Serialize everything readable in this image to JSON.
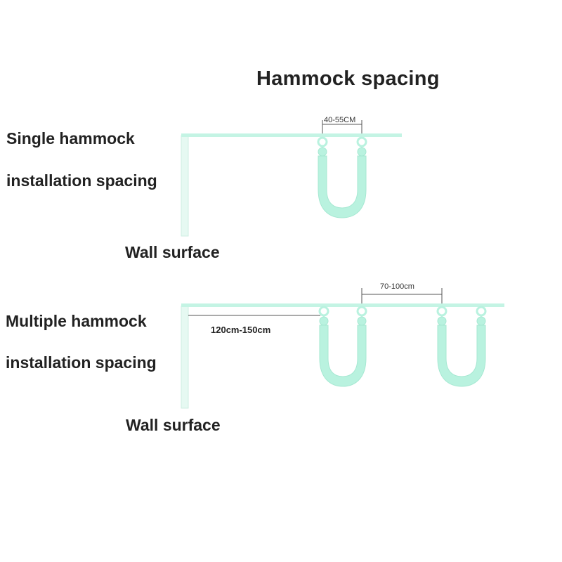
{
  "title": "Hammock spacing",
  "single": {
    "label_line1": "Single hammock",
    "label_line2": "installation spacing",
    "wall_label": "Wall surface",
    "spacing_label": "40-55CM"
  },
  "multiple": {
    "label_line1": "Multiple hammock",
    "label_line2": "installation spacing",
    "wall_label": "Wall surface",
    "spacing_label": "70-100cm",
    "wall_distance_label": "120cm-150cm"
  },
  "colors": {
    "hammock": "#b9f2df",
    "hammock_stroke": "#a6e8d2",
    "beam": "#c4f4e4",
    "wall": "#e6f9f2",
    "dimension_line": "#555555",
    "text": "#222222"
  },
  "icons": {
    "hammock": "aerial-yoga-hammock-icon"
  }
}
